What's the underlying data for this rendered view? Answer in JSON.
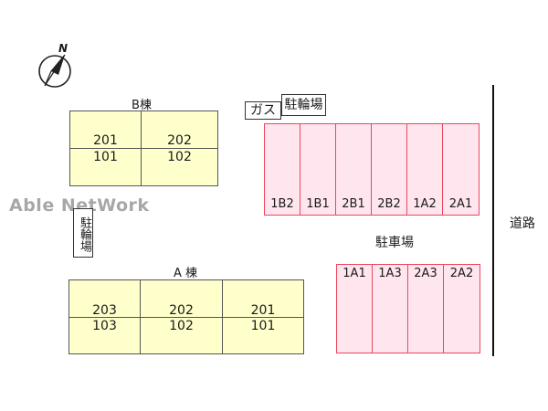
{
  "compass": {
    "label": "N",
    "icon": "north-arrow-icon"
  },
  "building_b": {
    "label": "B棟",
    "units": [
      {
        "top": "201",
        "bottom": "101"
      },
      {
        "top": "202",
        "bottom": "102"
      }
    ]
  },
  "building_a": {
    "label": "A 棟",
    "units": [
      {
        "top": "203",
        "bottom": "103"
      },
      {
        "top": "202",
        "bottom": "102"
      },
      {
        "top": "201",
        "bottom": "101"
      }
    ]
  },
  "gas_label": "ガス",
  "bike_parking_top": "駐輪場",
  "bike_parking_left": "駐輪場",
  "parking_label": "駐車場",
  "road_label": "道路",
  "parking_upper": [
    "1B2",
    "1B1",
    "2B1",
    "2B2",
    "1A2",
    "2A1"
  ],
  "parking_lower": [
    "1A1",
    "1A3",
    "2A3",
    "2A2"
  ],
  "watermark": "Able NetWork",
  "colors": {
    "building": "#ffffcc",
    "parking": "#ffe6ee",
    "parking_border": "#e8475f"
  }
}
